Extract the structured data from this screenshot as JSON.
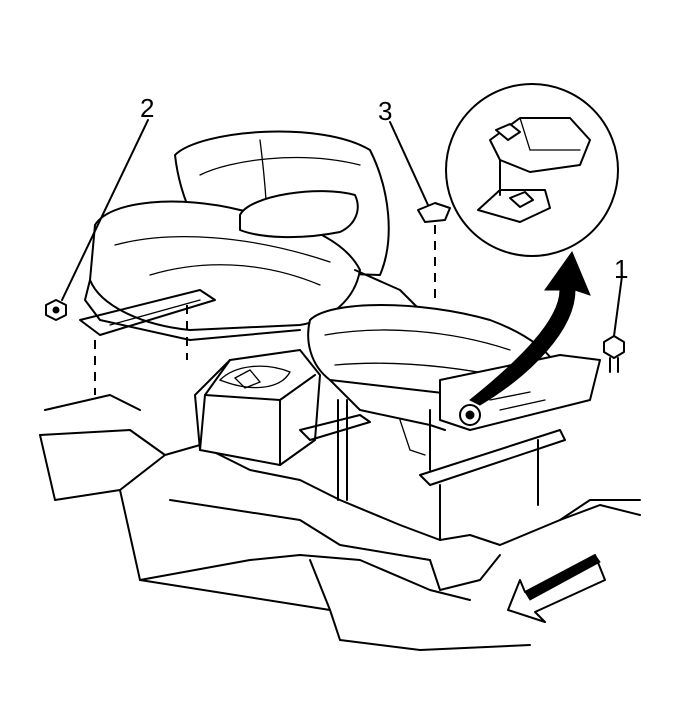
{
  "callouts": [
    {
      "id": "1",
      "label": "1"
    },
    {
      "id": "2",
      "label": "2"
    },
    {
      "id": "3",
      "label": "3"
    }
  ],
  "colors": {
    "line": "#000000",
    "background": "#ffffff"
  },
  "icons": {
    "direction_arrow": "front-direction-arrow-icon",
    "detail_view": "detail-magnifier-circle"
  }
}
